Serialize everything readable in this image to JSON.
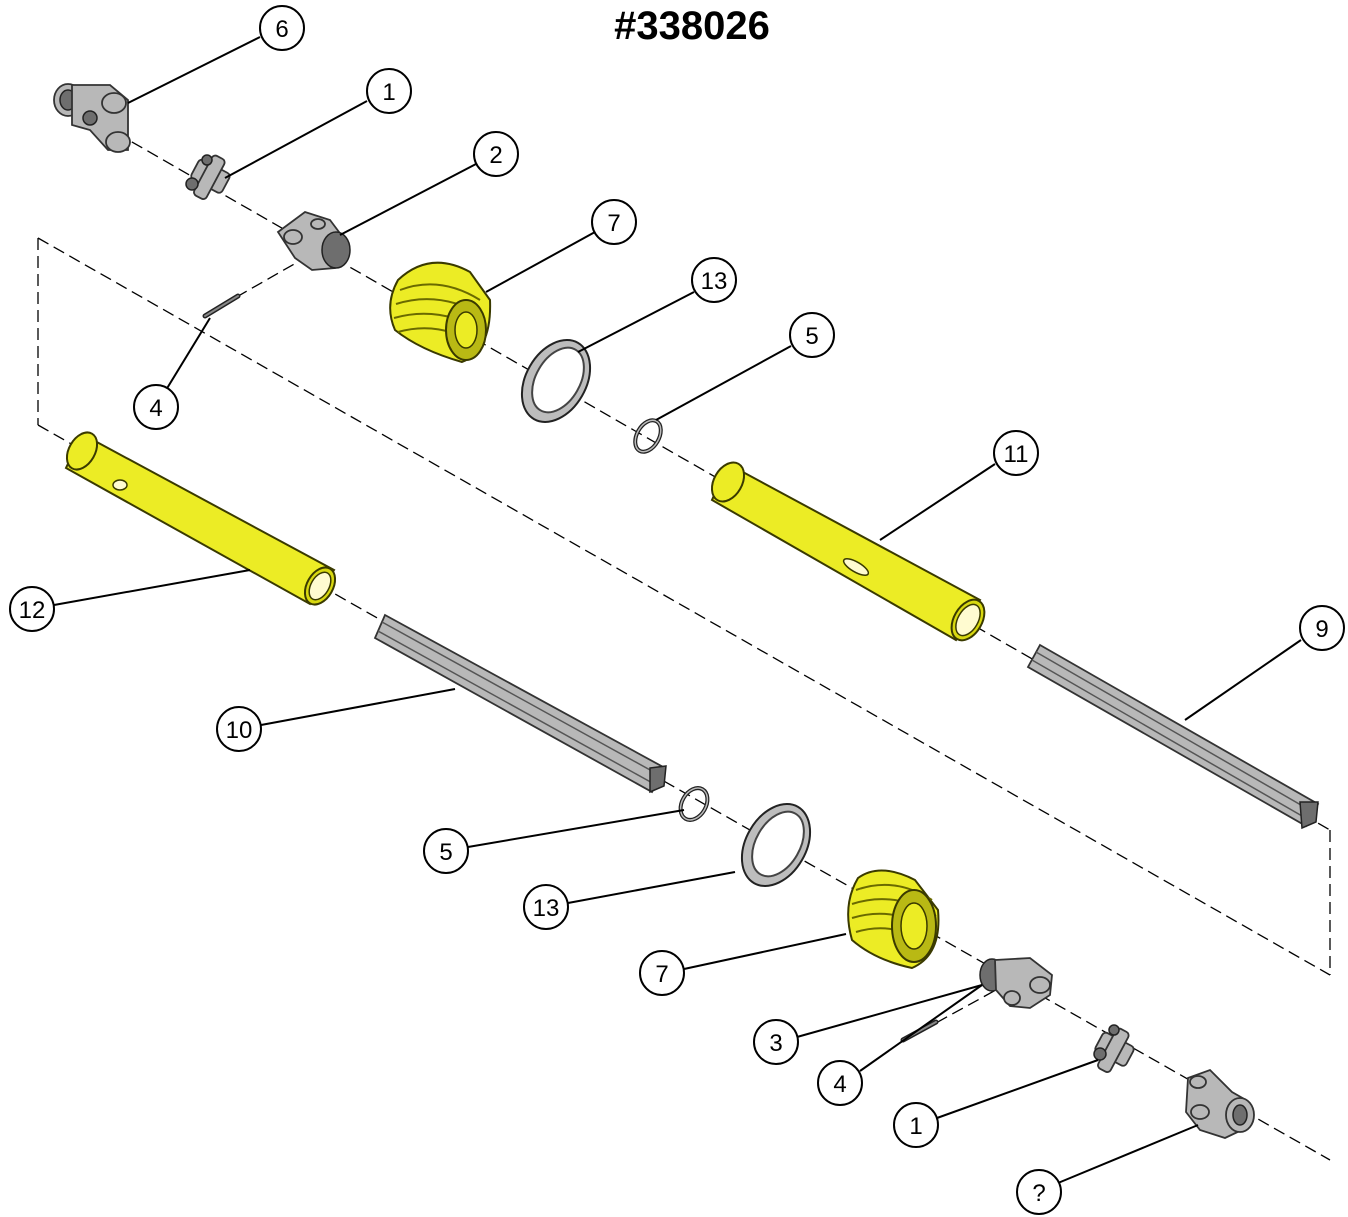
{
  "title": "#338026",
  "callouts": [
    {
      "id": "c6a",
      "label": "6"
    },
    {
      "id": "c1a",
      "label": "1"
    },
    {
      "id": "c2",
      "label": "2"
    },
    {
      "id": "c7a",
      "label": "7"
    },
    {
      "id": "c13a",
      "label": "13"
    },
    {
      "id": "c5a",
      "label": "5"
    },
    {
      "id": "c4a",
      "label": "4"
    },
    {
      "id": "c11",
      "label": "11"
    },
    {
      "id": "c12",
      "label": "12"
    },
    {
      "id": "c9",
      "label": "9"
    },
    {
      "id": "c10",
      "label": "10"
    },
    {
      "id": "c5b",
      "label": "5"
    },
    {
      "id": "c13b",
      "label": "13"
    },
    {
      "id": "c7b",
      "label": "7"
    },
    {
      "id": "c3",
      "label": "3"
    },
    {
      "id": "c4b",
      "label": "4"
    },
    {
      "id": "c1b",
      "label": "1"
    },
    {
      "id": "cq",
      "label": "?"
    }
  ],
  "colors": {
    "shield_yellow": "#ecec25",
    "steel_gray": "#b8b8b8",
    "line_black": "#000000"
  }
}
